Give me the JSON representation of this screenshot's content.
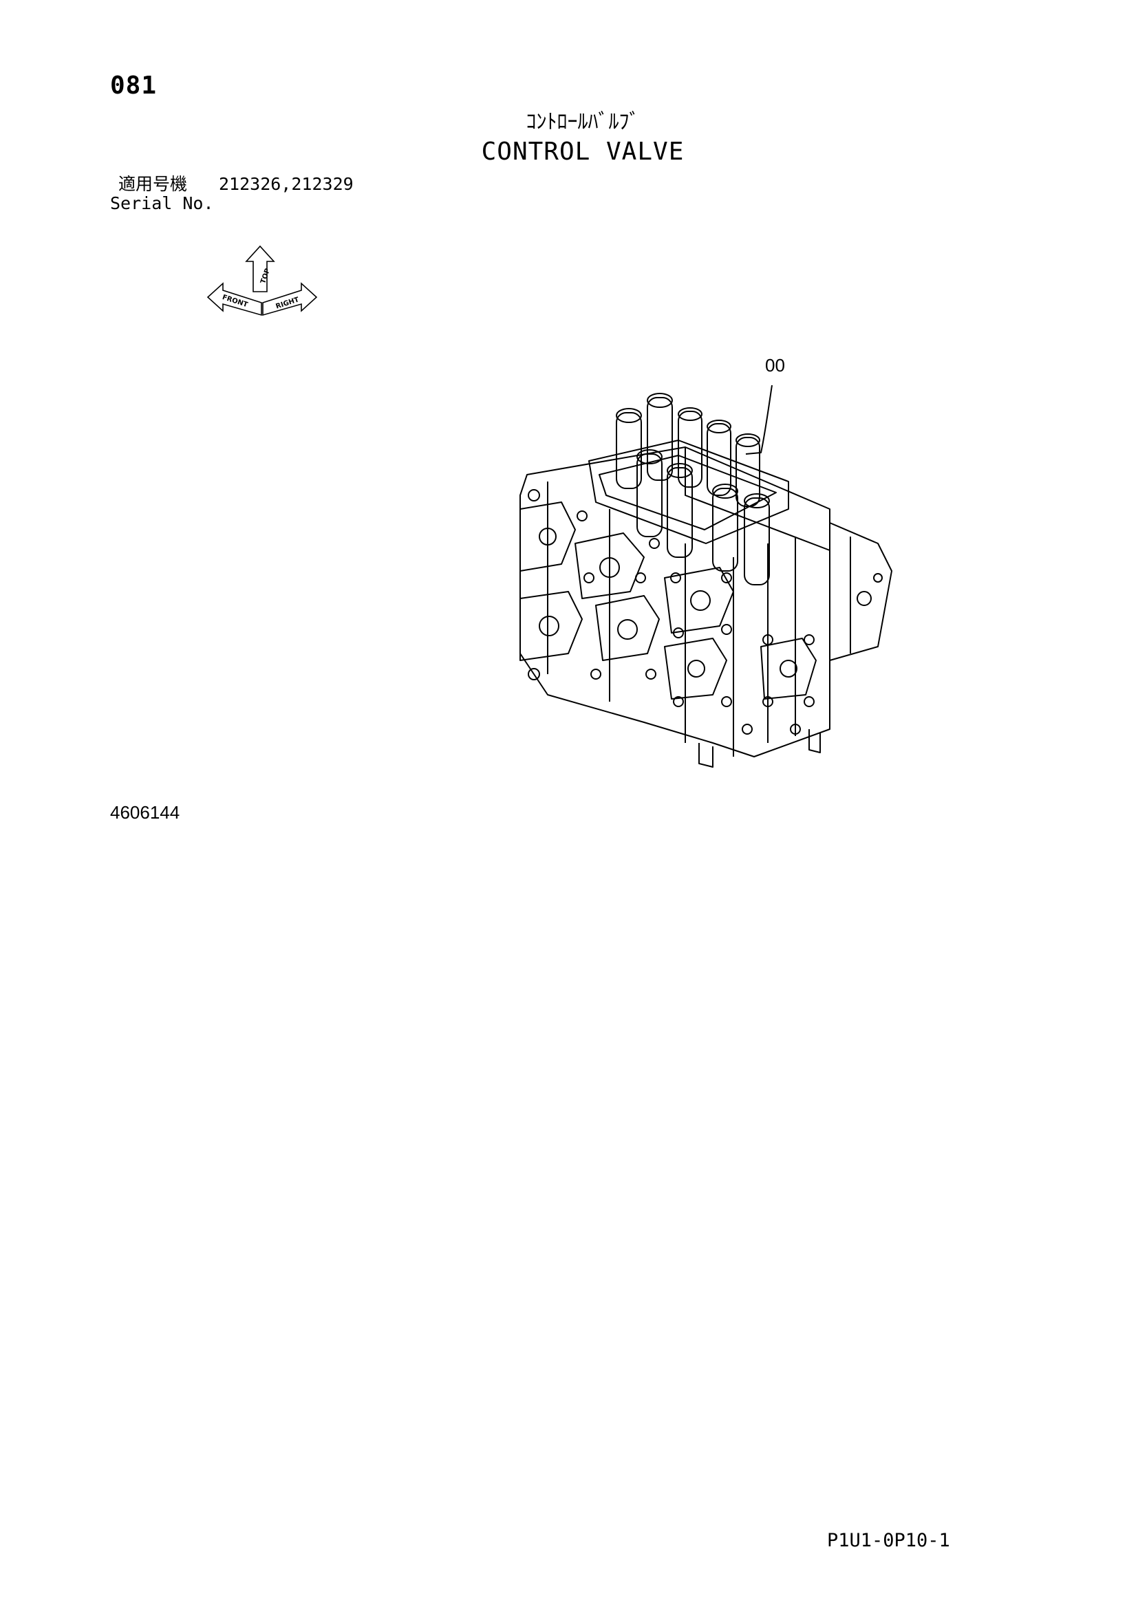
{
  "header": {
    "page_number": "081",
    "title_jp": "ｺﾝﾄﾛｰﾙﾊﾞﾙﾌﾞ",
    "title_en": "CONTROL VALVE"
  },
  "serial": {
    "label_jp": "適用号機",
    "label_en": "Serial No.",
    "values": "212326,212329"
  },
  "orientation_icon": {
    "labels": [
      "TOP",
      "FRONT",
      "RIGHT"
    ]
  },
  "diagram": {
    "callout": "00"
  },
  "footer": {
    "drawing_number": "4606144",
    "page_code": "P1U1-0P10-1"
  }
}
